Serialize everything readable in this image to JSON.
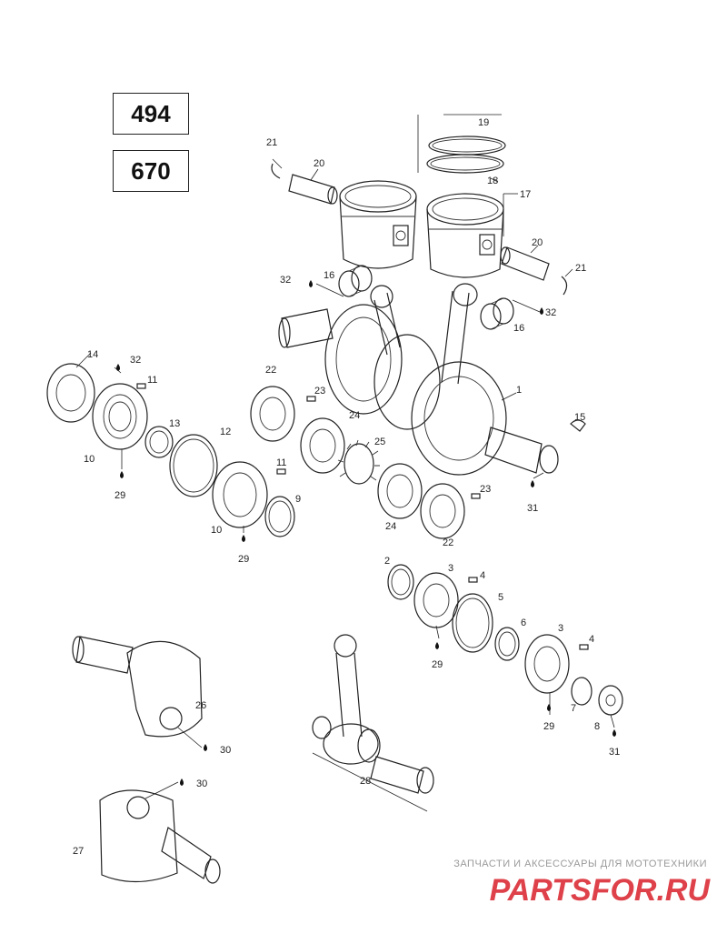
{
  "models": [
    "494",
    "670"
  ],
  "callouts": {
    "c1": "1",
    "c2": "2",
    "c3a": "3",
    "c3b": "3",
    "c4a": "4",
    "c4b": "4",
    "c5": "5",
    "c6": "6",
    "c7": "7",
    "c8": "8",
    "c9": "9",
    "c10a": "10",
    "c10b": "10",
    "c11a": "11",
    "c11b": "11",
    "c12": "12",
    "c13": "13",
    "c14": "14",
    "c15": "15",
    "c16a": "16",
    "c16b": "16",
    "c17": "17",
    "c18": "18",
    "c19": "19",
    "c20a": "20",
    "c20b": "20",
    "c21a": "21",
    "c21b": "21",
    "c22a": "22",
    "c22b": "22",
    "c23a": "23",
    "c23b": "23",
    "c24a": "24",
    "c24b": "24",
    "c25": "25",
    "c26": "26",
    "c27": "27",
    "c28": "28",
    "c29a": "29",
    "c29b": "29",
    "c29c": "29",
    "c29d": "29",
    "c30a": "30",
    "c30b": "30",
    "c31a": "31",
    "c31b": "31",
    "c32a": "32",
    "c32b": "32",
    "c32c": "32"
  },
  "watermark": {
    "caption": "ЗАПЧАСТИ И АКСЕССУАРЫ ДЛЯ МОТОТЕХНИКИ",
    "logo": "PARTSFOR.RU",
    "color": "#d9202a"
  }
}
